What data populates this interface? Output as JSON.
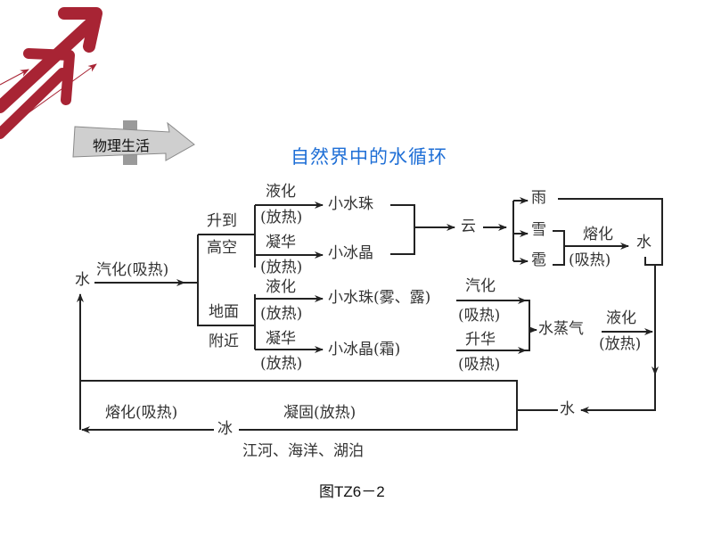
{
  "header": {
    "section_sign": "物理生活",
    "title": "自然界中的水循环",
    "caption": "图TZ6－2",
    "accent_color": "#a82434",
    "title_color": "#1f6fd6"
  },
  "diagram": {
    "start_node": "水",
    "start_process": "汽化(吸热)",
    "branch_high": [
      "升到",
      "高空"
    ],
    "branch_ground": [
      "地面",
      "附近"
    ],
    "high_liquefy": [
      "液化",
      "(放热)"
    ],
    "high_deposit": [
      "凝华",
      "(放热)"
    ],
    "high_droplet": "小水珠",
    "high_crystal": "小冰晶",
    "cloud": "云",
    "rain": "雨",
    "snow": "雪",
    "hail": "雹",
    "melt": [
      "熔化",
      "(吸热)"
    ],
    "melt_water": "水",
    "ground_liquefy": [
      "液化",
      "(放热)"
    ],
    "ground_deposit": [
      "凝华",
      "(放热)"
    ],
    "ground_droplet": "小水珠(雾、露)",
    "ground_crystal": "小冰晶(霜)",
    "vaporize": [
      "汽化",
      "(吸热)"
    ],
    "sublimate": [
      "升华",
      "(吸热)"
    ],
    "vapor": "水蒸气",
    "vapor_liquefy": [
      "液化",
      "(放热)"
    ],
    "bottom_water": "水",
    "freeze": "凝固(放热)",
    "ice": "冰",
    "ice_melt": "熔化(吸热)",
    "bodies_of_water": "江河、海洋、湖泊"
  }
}
